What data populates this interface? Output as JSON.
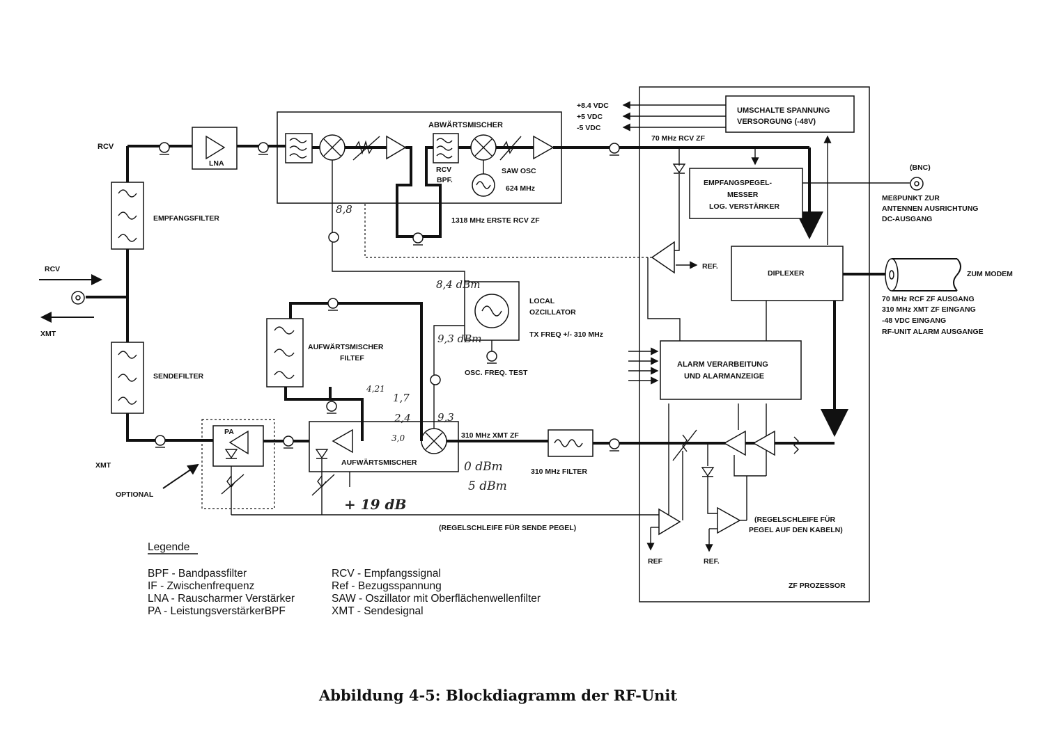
{
  "labels": {
    "rcv_top": "RCV",
    "lna": "LNA",
    "abwaertsmischer": "ABWÄRTSMISCHER",
    "rcv_bpf_1": "RCV",
    "rcv_bpf_2": "BPF.",
    "saw_osc": "SAW OSC",
    "saw_freq": "624 MHz",
    "erste_rcv_zf": "1318 MHz ERSTE RCV ZF",
    "empfangsfilter": "EMPFANGSFILTER",
    "rcv_in": "RCV",
    "xmt_out": "XMT",
    "sendefilter": "SENDEFILTER",
    "xmt_bottom": "XMT",
    "optional": "OPTIONAL",
    "pa": "PA",
    "aufwaertsmischer_filter_1": "AUFWÄRTSMISCHER",
    "aufwaertsmischer_filter_2": "FILTEF",
    "aufwaertsmischer": "AUFWÄRTSMISCHER",
    "local_osc_1": "LOCAL",
    "local_osc_2": "OZCILLATOR",
    "tx_freq": "TX FREQ +/- 310 MHz",
    "osc_freq_test": "OSC. FREQ. TEST",
    "xmt_zf": "310 MHz XMT ZF",
    "filter_310": "310 MHz FILTER",
    "regelschleife_sende": "(REGELSCHLEIFE FÜR SENDE PEGEL)",
    "regelschleife_kabel_1": "(REGELSCHLEIFE FÜR",
    "regelschleife_kabel_2": "PEGEL AUF DEN KABELN)",
    "ref_1": "REF",
    "ref_2": "REF.",
    "ref_3": "REF.",
    "zf_prozessor": "ZF PROZESSOR",
    "v84": "+8.4 VDC",
    "v5p": "+5 VDC",
    "v5n": "-5 VDC",
    "umschalte_1": "UMSCHALTE SPANNUNG",
    "umschalte_2": "VERSORGUNG (-48V)",
    "rcv_zf_70": "70 MHz RCV ZF",
    "empfangspegel_1": "EMPFANGSPEGEL-",
    "empfangspegel_2": "MESSER",
    "empfangspegel_3": "LOG. VERSTÄRKER",
    "bnc": "(BNC)",
    "messpunkt_1": "MEßPUNKT ZUR",
    "messpunkt_2": "ANTENNEN AUSRICHTUNG",
    "messpunkt_3": "DC-AUSGANG",
    "diplexer": "DIPLEXER",
    "zum_modem": "ZUM MODEM",
    "modem_1": "70 MHz RCF ZF AUSGANG",
    "modem_2": "310 MHz  XMT ZF EINGANG",
    "modem_3": "-48 VDC EINGANG",
    "modem_4": "RF-UNIT ALARM AUSGANGE",
    "alarm_1": "ALARM VERARBEITUNG",
    "alarm_2": "UND ALARMANZEIGE"
  },
  "handwritten": {
    "h1": "8,8",
    "h2": "8,4 dBm",
    "h3": "9,3 dBm",
    "h4": "4,21",
    "h5": "1,7",
    "h6": "2,4",
    "h7": "3,0",
    "h8": "9,3",
    "h9": "0 dBm",
    "h10": "5 dBm",
    "h11": "+ 19 dB"
  },
  "legend": {
    "title": "Legende",
    "left": [
      "BPF - Bandpassfilter",
      "IF  - Zwischenfrequenz",
      "LNA - Rauscharmer Verstärker",
      "PA  - LeistungsverstärkerBPF"
    ],
    "right": [
      "RCV - Empfangssignal",
      "Ref - Bezugsspannung",
      "SAW - Oszillator mit Oberflächenwellenfilter",
      "XMT - Sendesignal"
    ]
  },
  "caption": "Abbildung 4-5: Blockdiagramm der RF-Unit"
}
